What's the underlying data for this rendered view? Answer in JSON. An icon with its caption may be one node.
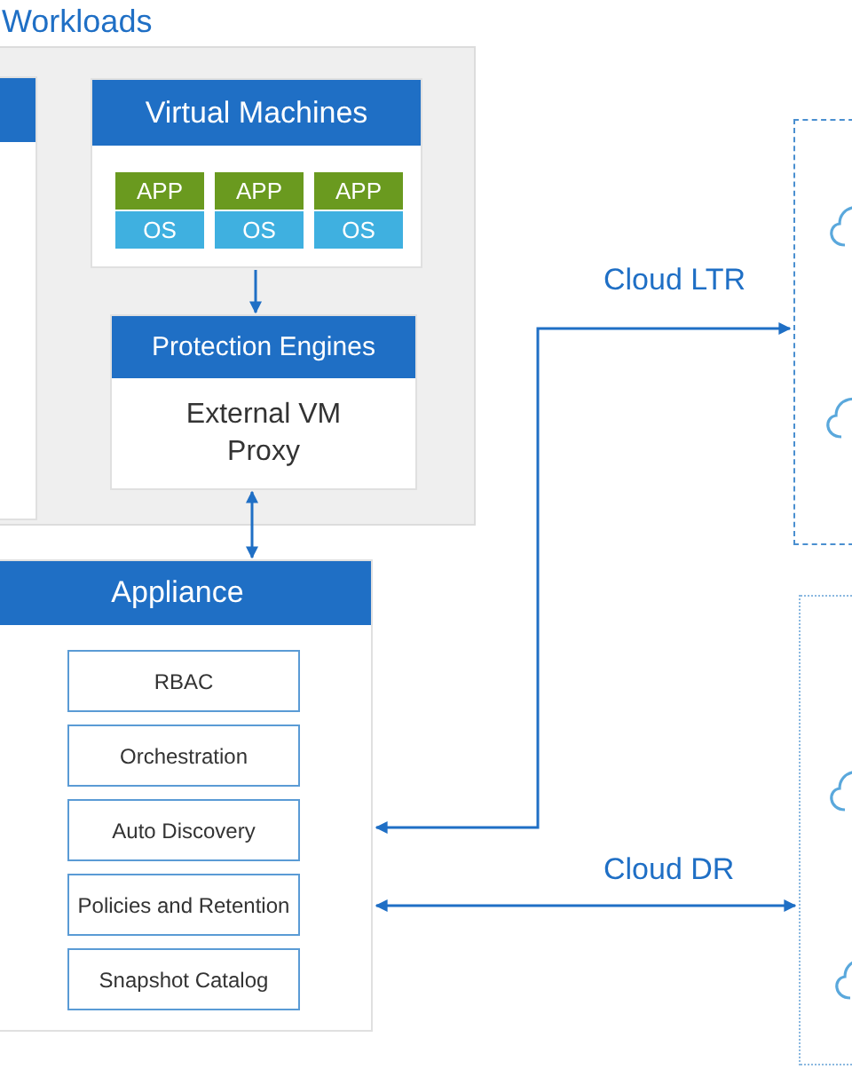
{
  "diagram": {
    "nodes": [
      {
        "text": [
          "Workloads"
        ]
      },
      {
        "text": [],
        "shape": "box",
        "in": 0
      },
      {
        "text": [
          "Virtual Machines"
        ],
        "in": 0
      },
      {
        "text": [
          "APP"
        ],
        "in": 2
      },
      {
        "text": [
          "APP"
        ],
        "in": 2
      },
      {
        "text": [
          "APP"
        ],
        "in": 2
      },
      {
        "text": [
          "OS"
        ],
        "in": 2
      },
      {
        "text": [
          "OS"
        ],
        "in": 2
      },
      {
        "text": [
          "OS"
        ],
        "in": 2
      },
      {
        "text": [
          "Protection Engines",
          "External VM Proxy"
        ],
        "in": 0
      },
      {
        "text": [
          "Appliance"
        ]
      },
      {
        "text": [
          "RBAC"
        ],
        "in": 10
      },
      {
        "text": [
          "Orchestration"
        ],
        "in": 10
      },
      {
        "text": [
          "Auto Discovery"
        ],
        "in": 10
      },
      {
        "text": [
          "Policies and Retention"
        ],
        "in": 10
      },
      {
        "text": [
          "Snapshot Catalog"
        ],
        "in": 10
      },
      {
        "text": [],
        "shape": "box"
      },
      {
        "text": [],
        "shape": "box"
      }
    ],
    "edges": [
      {
        "from": 2,
        "to": 9,
        "arrow": "to"
      },
      {
        "from": 9,
        "to": 10,
        "arrow": "both"
      },
      {
        "from": 10,
        "to": 16,
        "arrow": "both",
        "label": "Cloud LTR"
      },
      {
        "from": 10,
        "to": 17,
        "arrow": "both",
        "label": "Cloud DR"
      }
    ]
  }
}
